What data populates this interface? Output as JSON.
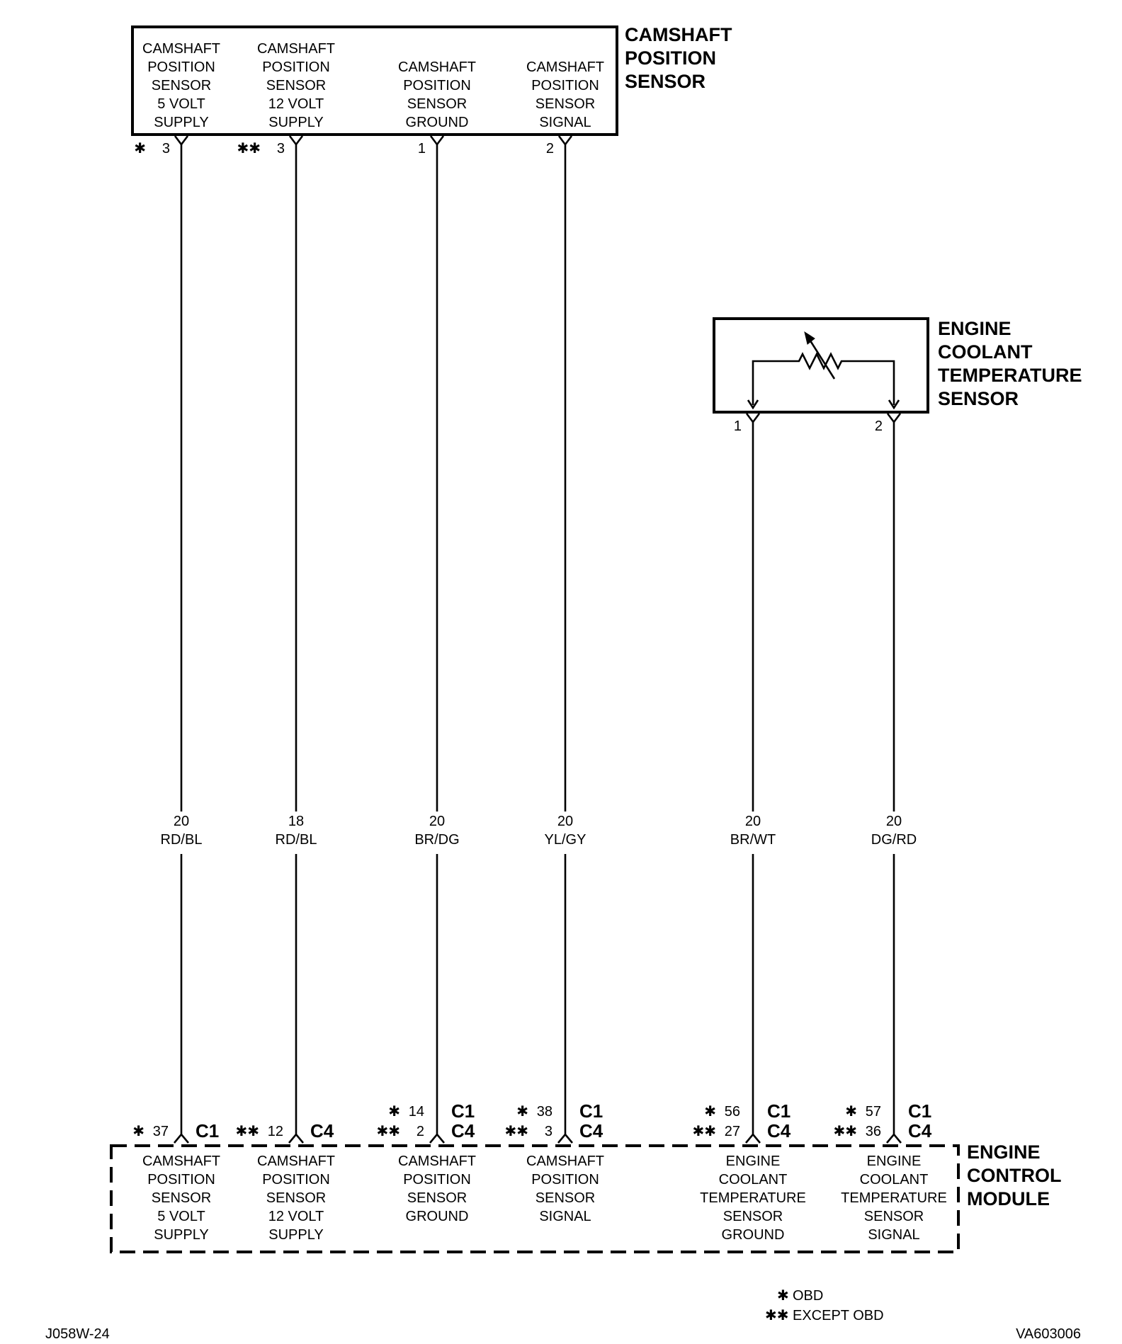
{
  "cmp_sensor": {
    "title": [
      "CAMSHAFT",
      "POSITION",
      "SENSOR"
    ],
    "pins": [
      {
        "label": [
          "CAMSHAFT",
          "POSITION",
          "SENSOR",
          "5 VOLT",
          "SUPPLY"
        ],
        "pin": "3",
        "mark": "✱"
      },
      {
        "label": [
          "CAMSHAFT",
          "POSITION",
          "SENSOR",
          "12 VOLT",
          "SUPPLY"
        ],
        "pin": "3",
        "mark": "✱✱"
      },
      {
        "label": [
          "CAMSHAFT",
          "POSITION",
          "SENSOR",
          "GROUND"
        ],
        "pin": "1",
        "mark": ""
      },
      {
        "label": [
          "CAMSHAFT",
          "POSITION",
          "SENSOR",
          "SIGNAL"
        ],
        "pin": "2",
        "mark": ""
      }
    ]
  },
  "ect_sensor": {
    "title": [
      "ENGINE",
      "COOLANT",
      "TEMPERATURE",
      "SENSOR"
    ],
    "pins": [
      "1",
      "2"
    ]
  },
  "wires": [
    {
      "gauge": "20",
      "color": "RD/BL"
    },
    {
      "gauge": "18",
      "color": "RD/BL"
    },
    {
      "gauge": "20",
      "color": "BR/DG"
    },
    {
      "gauge": "20",
      "color": "YL/GY"
    },
    {
      "gauge": "20",
      "color": "BR/WT"
    },
    {
      "gauge": "20",
      "color": "DG/RD"
    }
  ],
  "ecm": {
    "title": [
      "ENGINE",
      "CONTROL",
      "MODULE"
    ],
    "terminals": [
      {
        "rows": [
          {
            "mark": "✱",
            "pin": "37",
            "conn": "C1"
          }
        ],
        "label": [
          "CAMSHAFT",
          "POSITION",
          "SENSOR",
          "5 VOLT",
          "SUPPLY"
        ]
      },
      {
        "rows": [
          {
            "mark": "✱✱",
            "pin": "12",
            "conn": "C4"
          }
        ],
        "label": [
          "CAMSHAFT",
          "POSITION",
          "SENSOR",
          "12 VOLT",
          "SUPPLY"
        ]
      },
      {
        "rows": [
          {
            "mark": "✱",
            "pin": "14",
            "conn": "C1"
          },
          {
            "mark": "✱✱",
            "pin": "2",
            "conn": "C4"
          }
        ],
        "label": [
          "CAMSHAFT",
          "POSITION",
          "SENSOR",
          "GROUND"
        ]
      },
      {
        "rows": [
          {
            "mark": "✱",
            "pin": "38",
            "conn": "C1"
          },
          {
            "mark": "✱✱",
            "pin": "3",
            "conn": "C4"
          }
        ],
        "label": [
          "CAMSHAFT",
          "POSITION",
          "SENSOR",
          "SIGNAL"
        ]
      },
      {
        "rows": [
          {
            "mark": "✱",
            "pin": "56",
            "conn": "C1"
          },
          {
            "mark": "✱✱",
            "pin": "27",
            "conn": "C4"
          }
        ],
        "label": [
          "ENGINE",
          "COOLANT",
          "TEMPERATURE",
          "SENSOR",
          "GROUND"
        ]
      },
      {
        "rows": [
          {
            "mark": "✱",
            "pin": "57",
            "conn": "C1"
          },
          {
            "mark": "✱✱",
            "pin": "36",
            "conn": "C4"
          }
        ],
        "label": [
          "ENGINE",
          "COOLANT",
          "TEMPERATURE",
          "SENSOR",
          "SIGNAL"
        ]
      }
    ]
  },
  "legend": [
    {
      "mark": "✱",
      "text": "OBD"
    },
    {
      "mark": "✱✱",
      "text": "EXCEPT OBD"
    }
  ],
  "diagram_code": "J058W-24",
  "figure_code": "VA603006"
}
